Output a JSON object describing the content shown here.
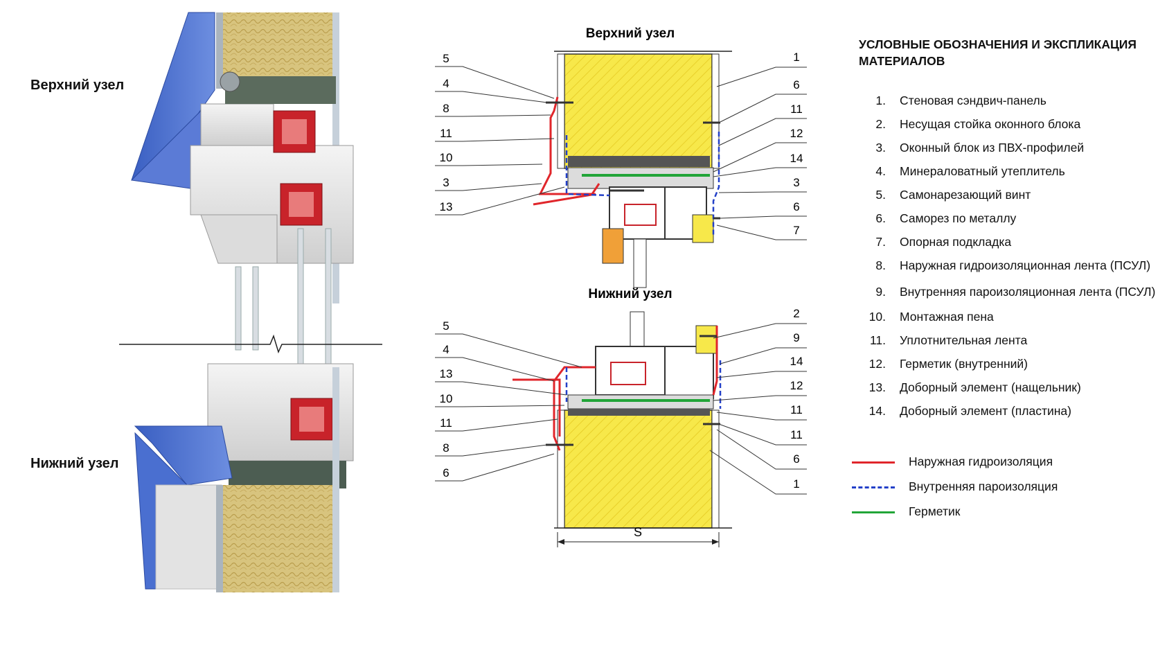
{
  "render_labels": {
    "top": "Верхний узел",
    "bottom": "Нижний узел"
  },
  "top_section": {
    "title": "Верхний узел",
    "callouts_left": [
      "5",
      "4",
      "8",
      "11",
      "10",
      "3",
      "13"
    ],
    "callouts_right": [
      "1",
      "6",
      "11",
      "12",
      "14",
      "3",
      "6",
      "7"
    ]
  },
  "bottom_section": {
    "title": "Нижний узел",
    "callouts_left": [
      "5",
      "4",
      "13",
      "10",
      "11",
      "8",
      "6"
    ],
    "callouts_right": [
      "2",
      "9",
      "14",
      "12",
      "11",
      "11",
      "6",
      "1"
    ],
    "dimension": "S"
  },
  "legend": {
    "heading": "УСЛОВНЫЕ ОБОЗНАЧЕНИЯ И ЭКСПЛИКАЦИЯ МАТЕРИАЛОВ",
    "items": [
      {
        "num": "1.",
        "text": "Стеновая сэндвич-панель"
      },
      {
        "num": "2.",
        "text": "Несущая стойка оконного блока"
      },
      {
        "num": "3.",
        "text": "Оконный блок из ПВХ-профилей"
      },
      {
        "num": "4.",
        "text": "Минераловатный утеплитель"
      },
      {
        "num": "5.",
        "text": "Самонарезающий винт"
      },
      {
        "num": "6.",
        "text": "Саморез по металлу"
      },
      {
        "num": "7.",
        "text": "Опорная подкладка"
      },
      {
        "num": "8.",
        "text": "Наружная гидроизоляционная лента (ПСУЛ)"
      },
      {
        "num": "9.",
        "text": "Внутренняя пароизоляционная лента (ПСУЛ)"
      },
      {
        "num": "10.",
        "text": "Монтажная пена"
      },
      {
        "num": "11.",
        "text": "Уплотнительная лента"
      },
      {
        "num": "12.",
        "text": "Герметик (внутренний)"
      },
      {
        "num": "13.",
        "text": "Доборный элемент (нащельник)"
      },
      {
        "num": "14.",
        "text": "Доборный элемент (пластина)"
      }
    ],
    "lines": [
      {
        "text": "Наружная гидроизоляция",
        "color": "#e0262b",
        "style": "solid"
      },
      {
        "text": "Внутренняя пароизоляция",
        "color": "#2340c8",
        "style": "dashed"
      },
      {
        "text": "Герметик",
        "color": "#22a538",
        "style": "solid"
      }
    ]
  },
  "colors": {
    "insulation": "#f7e84a",
    "panel_blue": "#4a6fd0",
    "pvc": "#e7e7e7",
    "steel_red": "#c8232a",
    "wool": "#d9c78a"
  }
}
